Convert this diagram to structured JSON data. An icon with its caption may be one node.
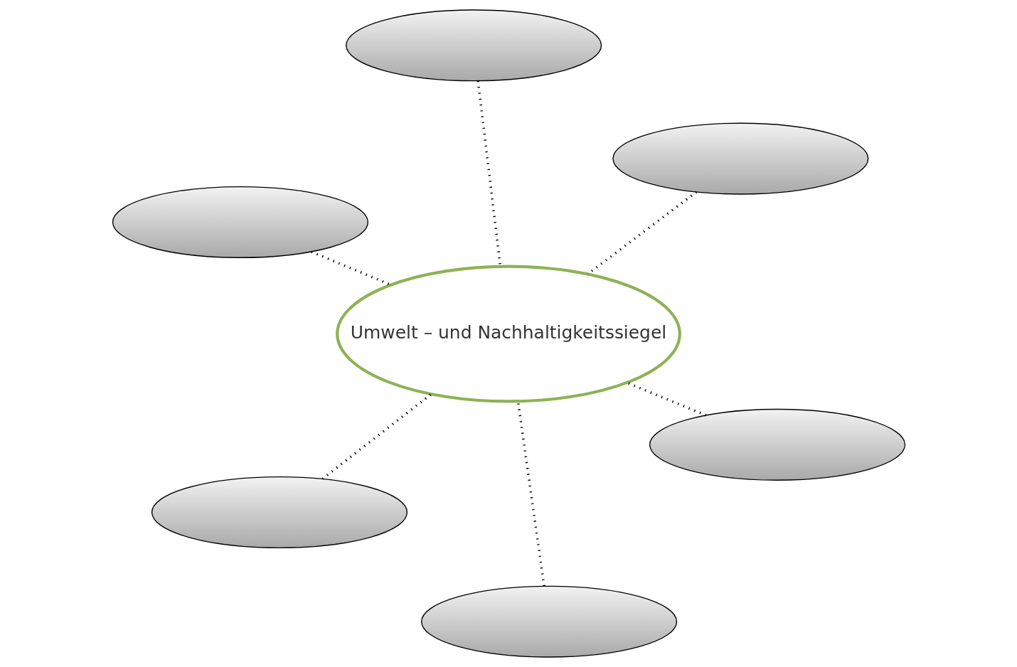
{
  "diagram": {
    "nodes": [
      {
        "text": [],
        "shape": "cloud"
      },
      {
        "text": [],
        "shape": "cloud"
      },
      {
        "text": [],
        "shape": "cloud"
      },
      {
        "text": [
          "Umwelt – und Nachhaltigkeitssiegel"
        ]
      },
      {
        "text": [],
        "shape": "cloud"
      },
      {
        "text": [],
        "shape": "cloud"
      },
      {
        "text": [],
        "shape": "cloud"
      }
    ],
    "edges": [
      {
        "from": 0,
        "to": 3,
        "arrow": "none",
        "style": "dashed"
      },
      {
        "from": 1,
        "to": 3,
        "arrow": "none",
        "style": "dashed"
      },
      {
        "from": 2,
        "to": 3,
        "arrow": "none",
        "style": "dashed"
      },
      {
        "from": 4,
        "to": 3,
        "arrow": "none",
        "style": "dashed"
      },
      {
        "from": 5,
        "to": 3,
        "arrow": "none",
        "style": "dashed"
      },
      {
        "from": 6,
        "to": 3,
        "arrow": "none",
        "style": "dashed"
      }
    ]
  }
}
